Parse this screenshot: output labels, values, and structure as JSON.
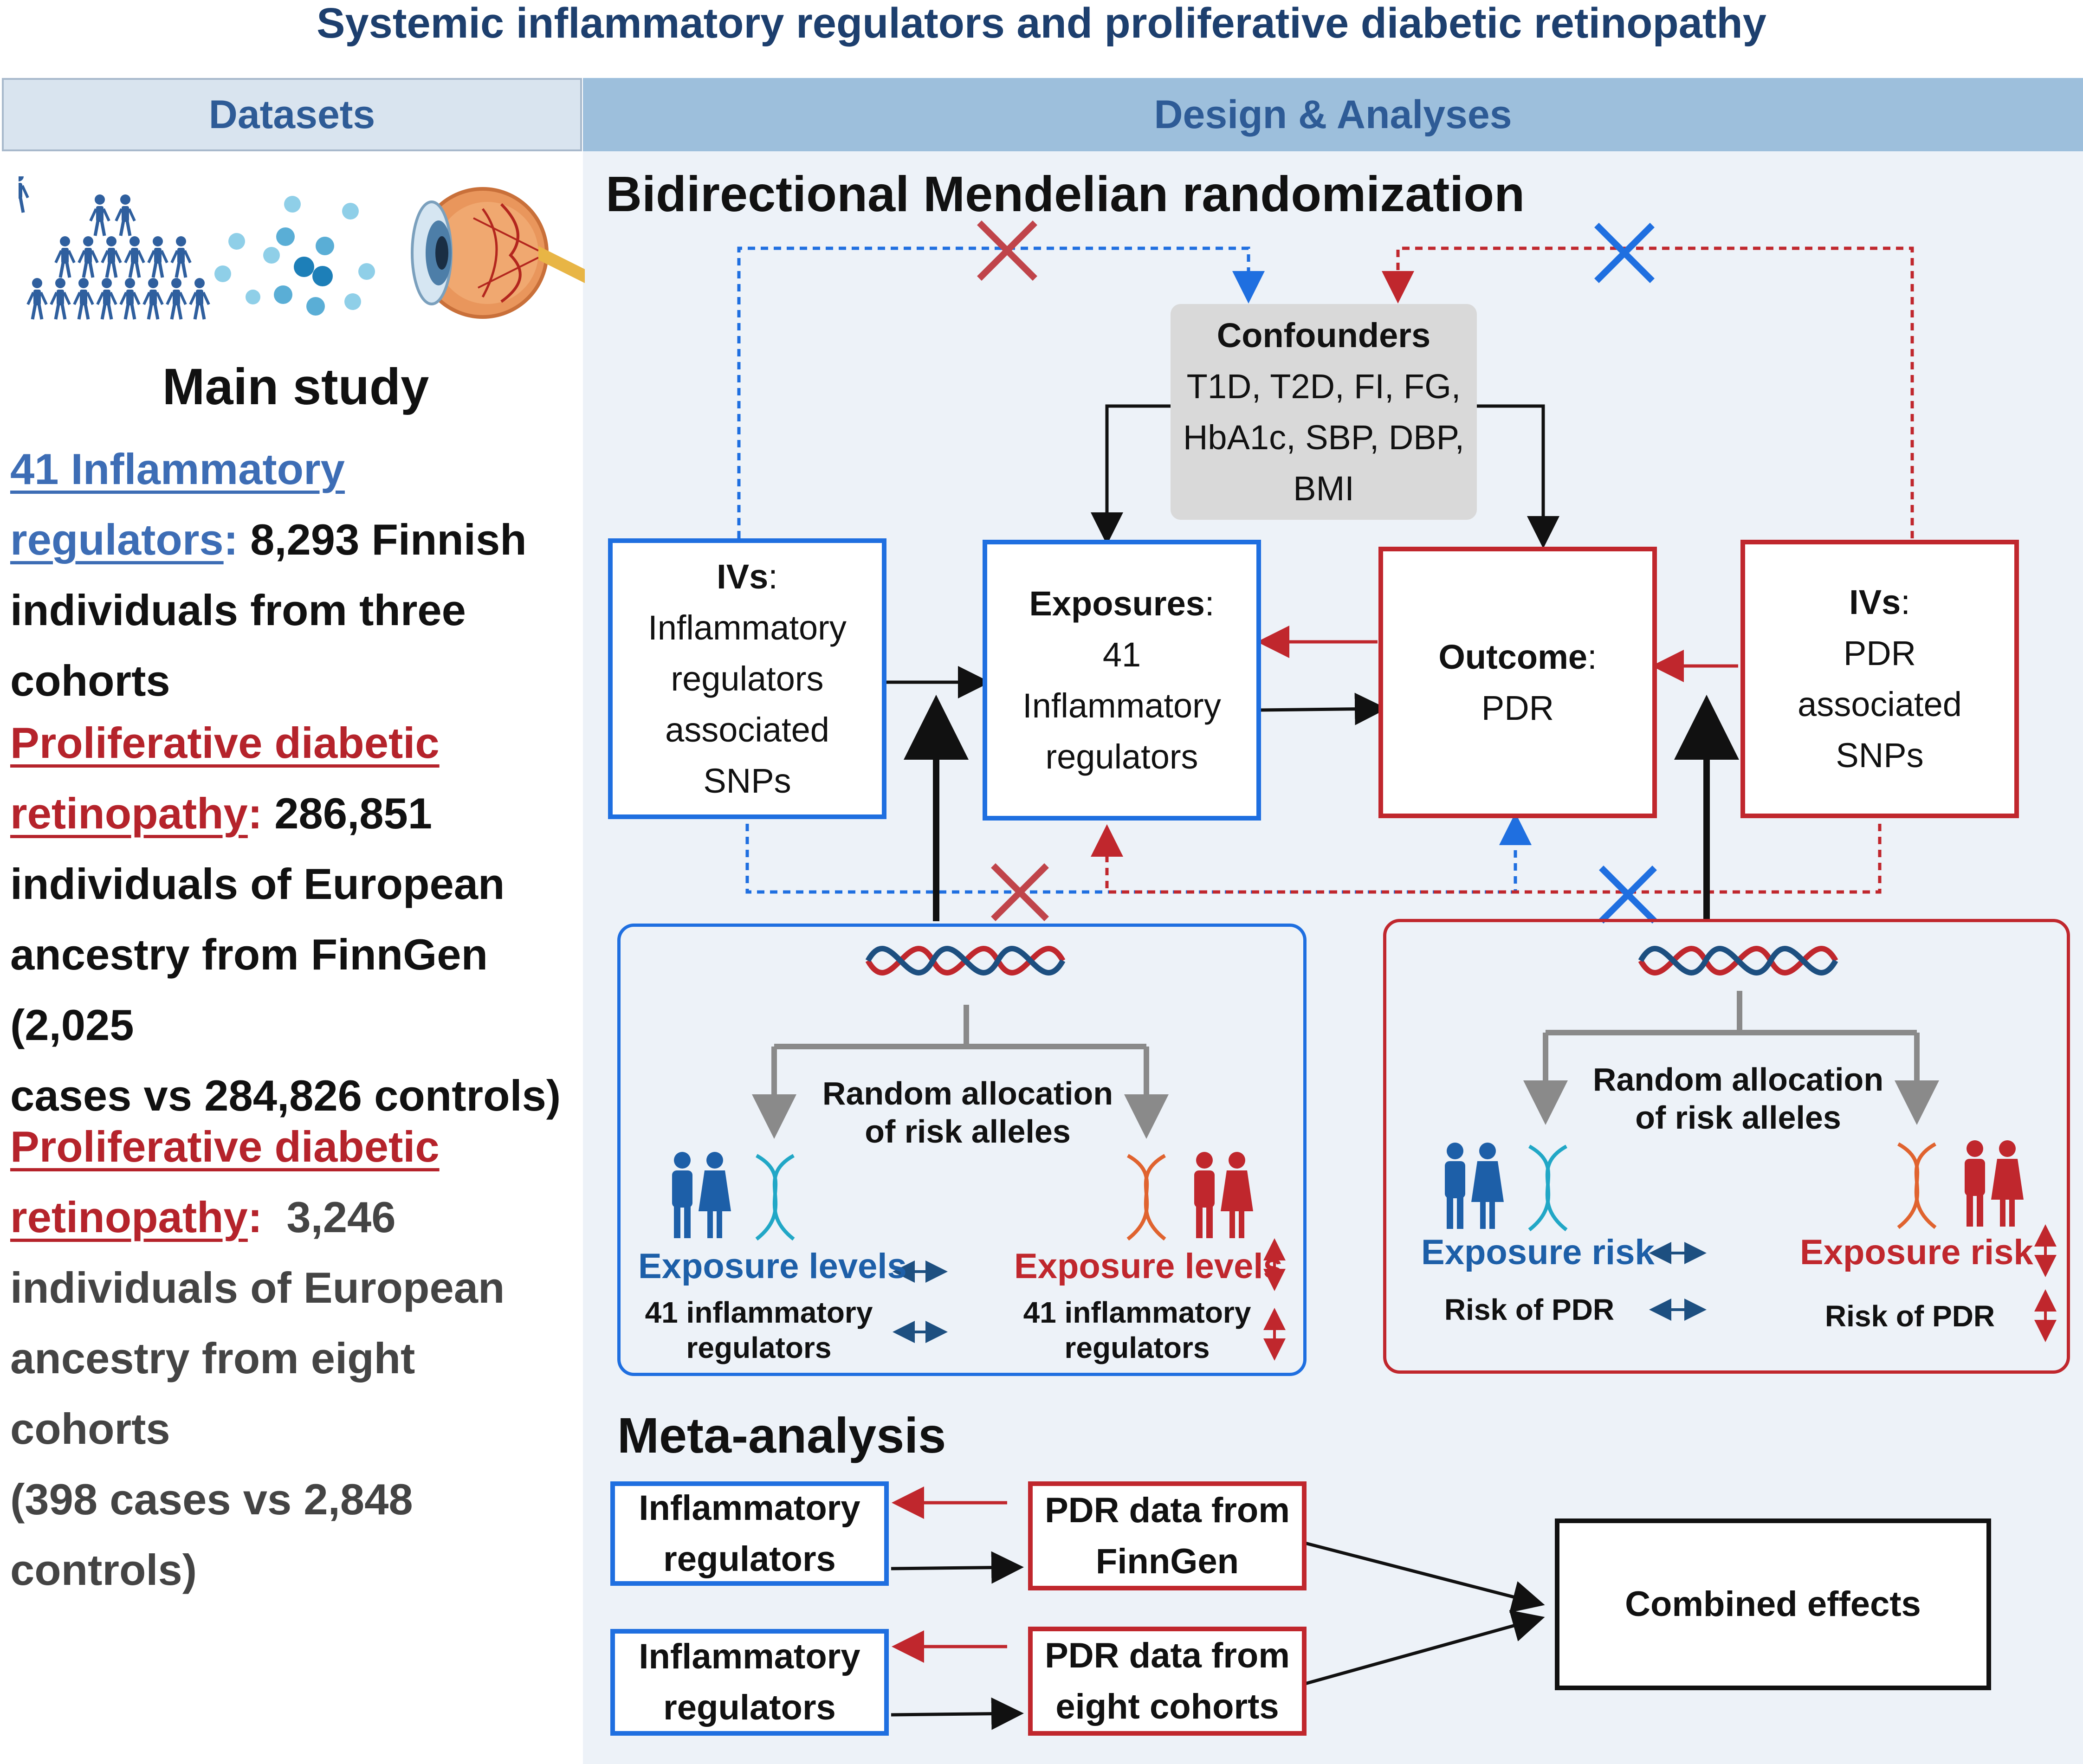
{
  "title": "Systemic inflammatory regulators and proliferative diabetic retinopathy",
  "headers": {
    "datasets": "Datasets",
    "design": "Design & Analyses"
  },
  "left": {
    "main_study": "Main study",
    "s1_link_a": "41 Inflammatory",
    "s1_link_b": "regulators",
    "s1_colon": ":",
    "s1_text_a": "8,293 Finnish",
    "s1_text_b": "individuals from three cohorts",
    "s2_link_a": "Proliferative diabetic",
    "s2_link_b": "retinopathy",
    "s2_colon": ":",
    "s2_text_a": "286,851",
    "s2_text_b": "individuals of European",
    "s2_text_c": "ancestry from FinnGen (2,025",
    "s2_text_d": "cases vs 284,826 controls)",
    "s3_link_a": "Proliferative diabetic",
    "s3_link_b": "retinopathy",
    "s3_colon": ":",
    "s3_text_a": "3,246",
    "s3_text_b": "individuals of European",
    "s3_text_c": "ancestry from eight cohorts",
    "s3_text_d": "(398 cases vs 2,848 controls)"
  },
  "mr": {
    "title": "Bidirectional Mendelian randomization",
    "confounders_title": "Confounders",
    "confounders_l1": "T1D, T2D, FI, FG,",
    "confounders_l2": "HbA1c, SBP, DBP,",
    "confounders_l3": "BMI",
    "ivs_left_b": "IVs",
    "ivs_left_colon": ":",
    "ivs_left_l1": "Inflammatory",
    "ivs_left_l2": "regulators",
    "ivs_left_l3": "associated",
    "ivs_left_l4": "SNPs",
    "exposures_b": "Exposures",
    "exposures_colon": ":",
    "exposures_l1": "41",
    "exposures_l2": "Inflammatory",
    "exposures_l3": "regulators",
    "outcome_b": "Outcome",
    "outcome_colon": ":",
    "outcome_l1": "PDR",
    "ivs_right_b": "IVs",
    "ivs_right_colon": ":",
    "ivs_right_l1": "PDR",
    "ivs_right_l2": "associated",
    "ivs_right_l3": "SNPs"
  },
  "dna_left": {
    "random_l1": "Random allocation",
    "random_l2": "of risk alleles",
    "exp_left": "Exposure levels",
    "exp_right": "Exposure levels",
    "sub_left_l1": "41 inflammatory",
    "sub_left_l2": "regulators",
    "sub_right_l1": "41 inflammatory",
    "sub_right_l2": "regulators"
  },
  "dna_right": {
    "random_l1": "Random allocation",
    "random_l2": "of risk alleles",
    "exp_left": "Exposure risk",
    "exp_right": "Exposure risk",
    "sub_left": "Risk of PDR",
    "sub_right": "Risk of PDR"
  },
  "meta": {
    "title": "Meta-analysis",
    "infl1_l1": "Inflammatory",
    "infl1_l2": "regulators",
    "pdr1_l1": "PDR data from",
    "pdr1_l2": "FinnGen",
    "infl2_l1": "Inflammatory",
    "infl2_l2": "regulators",
    "pdr2_l1": "PDR data from",
    "pdr2_l2": "eight cohorts",
    "combined": "Combined effects"
  },
  "colors": {
    "blue": "#1f6fe0",
    "red": "#c0272d",
    "header_bg": "#9dbfdc",
    "datasets_bg": "#d9e4ef",
    "panel_bg": "#edf2f8"
  }
}
